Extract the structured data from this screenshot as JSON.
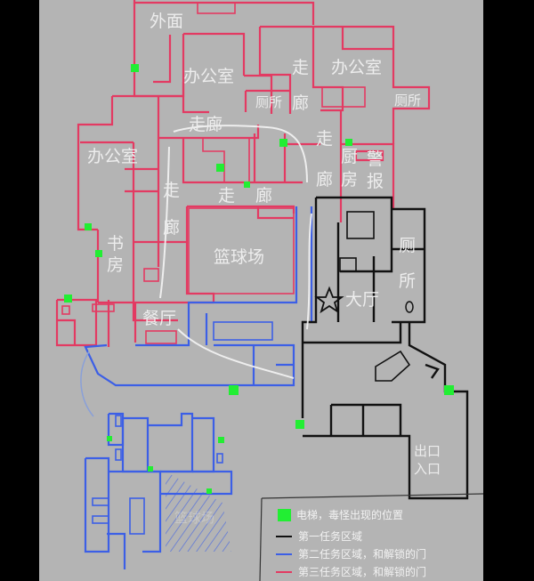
{
  "colors": {
    "background": "#b4b4b4",
    "area1": "#111111",
    "area2": "#3c5fe6",
    "area3": "#e33a62",
    "elevator": "#22ee33",
    "route": "#f4f4f4"
  },
  "labels": {
    "outside": "外面",
    "office_top": "办公室",
    "office_right": "办公室",
    "office_left": "办公室",
    "toilet_top": "厕所",
    "toilet_right": "厕所",
    "corridor_top_a": "走",
    "corridor_top_b": "廊",
    "corridor_mid": "走廊",
    "corridor_left_a": "走",
    "corridor_left_b": "廊",
    "corridor_low_a": "走",
    "corridor_low_b": "廊",
    "corridor_right_a": "走",
    "corridor_right_b": "廊",
    "kitchen_a": "厨",
    "kitchen_b": "房",
    "alarm_a": "警",
    "alarm_b": "报",
    "study_a": "书",
    "study_b": "房",
    "basketball": "篮球场",
    "basketball_lower": "篮球场",
    "restaurant": "餐厅",
    "hall": "大厅",
    "toilet_hall_a": "厕",
    "toilet_hall_b": "所",
    "exit": "出口",
    "entrance": "入口"
  },
  "legend": {
    "items": [
      {
        "label": "电梯，毒怪出现的位置",
        "swatch": "green-square"
      },
      {
        "label": "第一任务区域",
        "swatch": "black-line"
      },
      {
        "label": "第二任务区域，和解锁的门",
        "swatch": "blue-line"
      },
      {
        "label": "第三任务区域，和解锁的门",
        "swatch": "red-line"
      }
    ]
  }
}
